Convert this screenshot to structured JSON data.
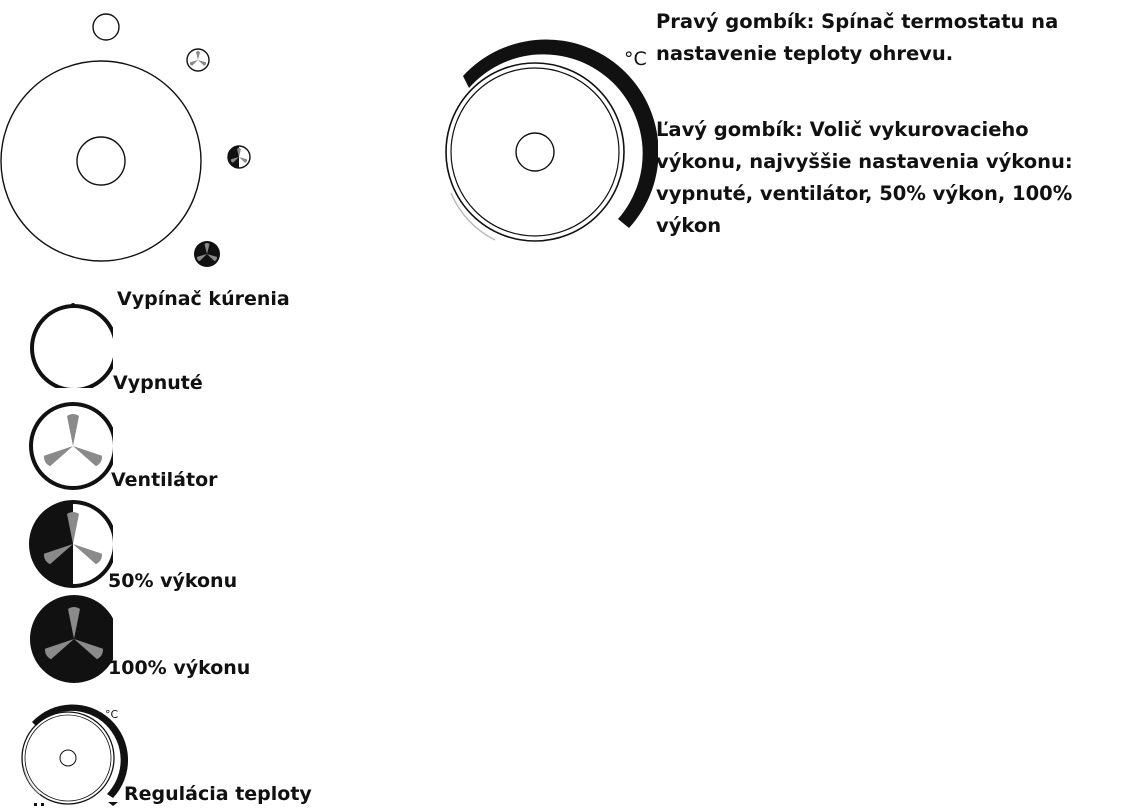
{
  "right_knob_description": {
    "line1": "Pravý gombík: Spínač termostatu na",
    "line2": "nastavenie teploty ohrevu."
  },
  "left_knob_description": {
    "line1": "Ľavý gombík: Volič vykurovacieho",
    "line2": "výkonu, najvyššie nastavenia výkonu:",
    "line3": "vypnuté, ventilátor, 50% výkon, 100%",
    "line4": "výkon"
  },
  "thermostat_unit": "°C",
  "legend": {
    "title": "Vypínač kúrenia",
    "off_label": "Vypnuté",
    "fan_label": "Ventilátor",
    "half_power_label": "50% výkonu",
    "full_power_label": "100% výkonu",
    "thermostat_unit": "°C",
    "temperature_label": "Regulácia teploty"
  },
  "colors": {
    "ink": "#111111",
    "fan_blade_grey": "#8a8a8a",
    "background": "#ffffff"
  }
}
